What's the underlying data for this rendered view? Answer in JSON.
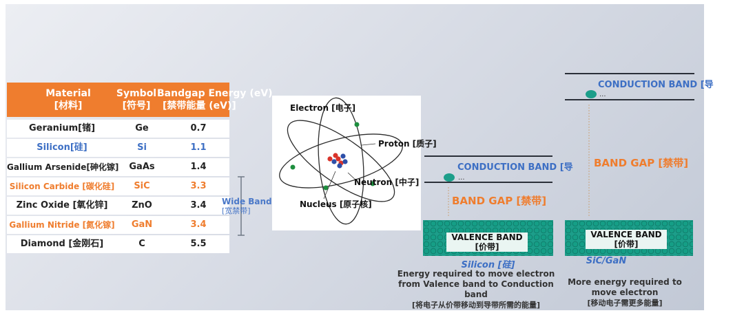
{
  "table": {
    "headers": {
      "material": "Material",
      "material_cn": "[材料]",
      "symbol": "Symbol",
      "symbol_cn": "[符号]",
      "energy": "Bandgap Energy (eV)",
      "energy_cn": "[禁带能量 (eV)]"
    },
    "rows": [
      {
        "material": "Geranium[锗]",
        "symbol": "Ge",
        "energy": "0.7",
        "style": "normal"
      },
      {
        "material": "Silicon[硅]",
        "symbol": "Si",
        "energy": "1.1",
        "style": "blue"
      },
      {
        "material": "Gallium Arsenide[砷化镓]",
        "symbol": "GaAs",
        "energy": "1.4",
        "style": "normal"
      },
      {
        "material": "Silicon Carbide [碳化硅]",
        "symbol": "SiC",
        "energy": "3.3",
        "style": "orange"
      },
      {
        "material": "Zinc Oxide [氧化锌]",
        "symbol": "ZnO",
        "energy": "3.4",
        "style": "normal"
      },
      {
        "material": "Gallium Nitride [氮化镓]",
        "symbol": "GaN",
        "energy": "3.4",
        "style": "orange"
      },
      {
        "material": "Diamond [金刚石]",
        "symbol": "C",
        "energy": "5.5",
        "style": "normal"
      }
    ]
  },
  "wide_bandgap": {
    "label": "Wide Bandgap",
    "label_cn": "[宽禁带]"
  },
  "atom": {
    "electron": "Electron [电子]",
    "proton": "Proton [质子]",
    "neutron": "Neutron [中子]",
    "nucleus": "Nucleus [原子核]"
  },
  "silicon_diagram": {
    "conduction": "CONDUCTION BAND [导",
    "gap": "BAND GAP [禁带]",
    "valence": "VALENCE BAND",
    "valence_cn": "[价带]",
    "material": "Silicon [硅]",
    "caption": "Energy required to move electron from Valence band to Conduction band",
    "caption_cn": "[将电子从价带移动到导带所需的能量]",
    "dots": "..."
  },
  "sic_diagram": {
    "conduction": "CONDUCTION BAND [导",
    "gap": "BAND GAP [禁带]",
    "valence": "VALENCE BAND",
    "valence_cn": "[价带]",
    "material": "SiC/GaN",
    "caption": "More energy required to move electron",
    "caption_cn": "[移动电子需更多能量]",
    "dots": "..."
  },
  "colors": {
    "orange": "#ef7d2e",
    "blue": "#3d6fc4",
    "teal": "#1c9e8a",
    "nucleus_red": "#d9342b",
    "nucleus_blue": "#2d4fa8"
  }
}
